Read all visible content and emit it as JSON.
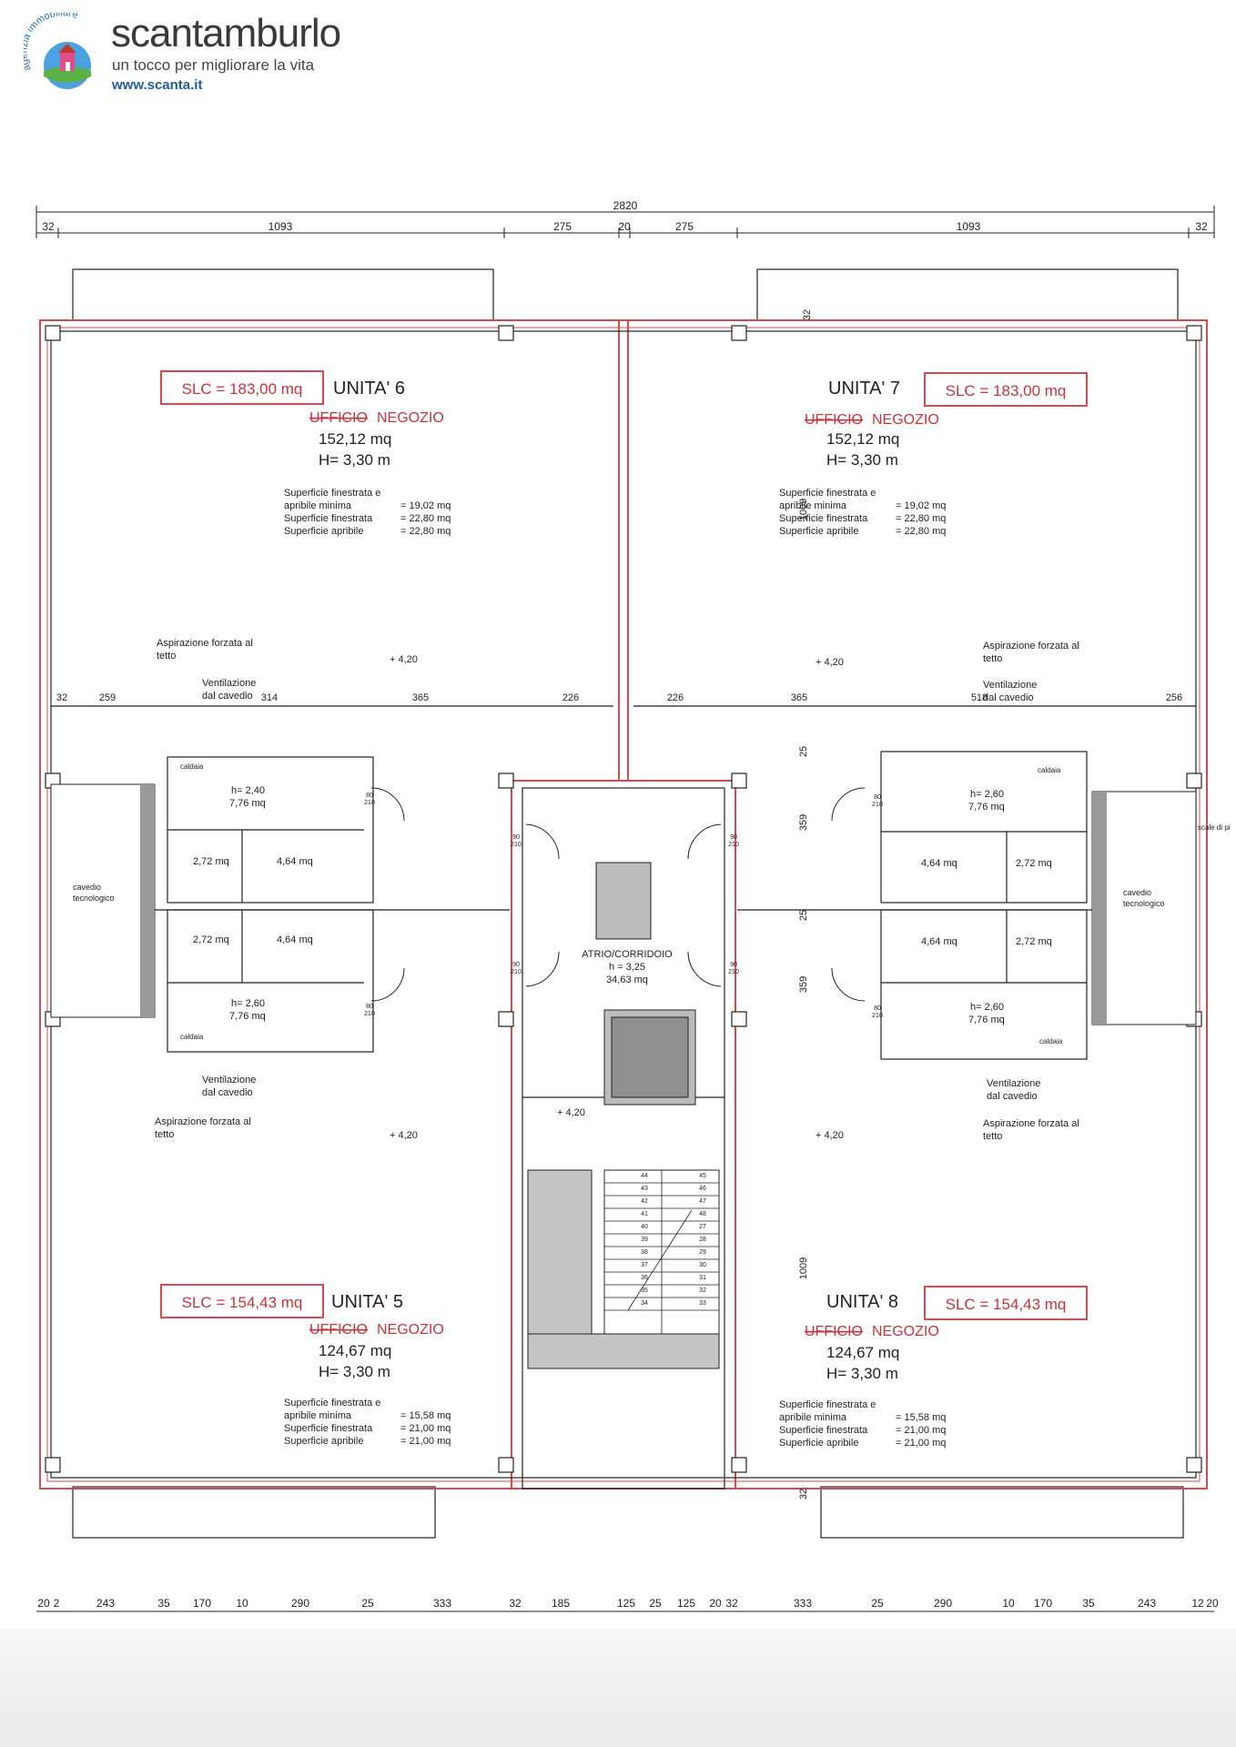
{
  "header": {
    "logo_text": "agenzia immobiliare",
    "brand_name": "scantamburlo",
    "tagline": "un tocco per migliorare la vita",
    "website": "www.scanta.it"
  },
  "plan": {
    "dim_top_total": "2820",
    "dims_top": [
      "32",
      "1093",
      "275",
      "20",
      "275",
      "1093",
      "32"
    ],
    "dims_bottom": [
      "20",
      "2",
      "243",
      "35",
      "170",
      "10",
      "290",
      "25",
      "333",
      "32",
      "185",
      "125",
      "25",
      "125",
      "20",
      "32",
      "333",
      "25",
      "290",
      "10",
      "170",
      "35",
      "243",
      "12",
      "20"
    ],
    "dims_mid_left": [
      "32",
      "259",
      "314",
      "365",
      "226"
    ],
    "dims_mid_right": [
      "226",
      "365",
      "518",
      "256"
    ],
    "dims_vertical": [
      "1009",
      "25",
      "359",
      "25",
      "359",
      "1009",
      "32",
      "32"
    ],
    "units": [
      {
        "id": "6",
        "title": "UNITA' 6",
        "slc": "SLC = 183,00 mq",
        "use_struck": "UFFICIO",
        "use": "NEGOZIO",
        "area": "152,12 mq",
        "height": "H= 3,30 m",
        "notes": [
          "Superficie finestrata e",
          "apribile minima",
          "Superficie finestrata",
          "Superficie apribile"
        ],
        "values": [
          "",
          "= 19,02 mq",
          "= 22,80 mq",
          "= 22,80 mq"
        ]
      },
      {
        "id": "7",
        "title": "UNITA' 7",
        "slc": "SLC = 183,00 mq",
        "use_struck": "UFFICIO",
        "use": "NEGOZIO",
        "area": "152,12 mq",
        "height": "H= 3,30 m",
        "notes": [
          "Superficie finestrata e",
          "apribile minima",
          "Superficie finestrata",
          "Superficie apribile"
        ],
        "values": [
          "",
          "= 19,02 mq",
          "= 22,80 mq",
          "= 22,80 mq"
        ]
      },
      {
        "id": "5",
        "title": "UNITA' 5",
        "slc": "SLC = 154,43 mq",
        "use_struck": "UFFICIO",
        "use": "NEGOZIO",
        "area": "124,67 mq",
        "height": "H= 3,30 m",
        "notes": [
          "Superficie finestrata e",
          "apribile minima",
          "Superficie finestrata",
          "Superficie apribile"
        ],
        "values": [
          "",
          "= 15,58 mq",
          "= 21,00 mq",
          "= 21,00 mq"
        ]
      },
      {
        "id": "8",
        "title": "UNITA' 8",
        "slc": "SLC = 154,43 mq",
        "use_struck": "UFFICIO",
        "use": "NEGOZIO",
        "area": "124,67 mq",
        "height": "H= 3,30 m",
        "notes": [
          "Superficie finestrata e",
          "apribile minima",
          "Superficie finestrata",
          "Superficie apribile"
        ],
        "values": [
          "",
          "= 15,58 mq",
          "= 21,00 mq",
          "= 21,00 mq"
        ]
      }
    ],
    "level": "+ 4,20",
    "aspirazione": [
      "Aspirazione forzata al",
      "tetto"
    ],
    "ventilazione": [
      "Ventilazione",
      "dal cavedio"
    ],
    "cavedio": [
      "cavedio",
      "tecnologico"
    ],
    "caldaia": "caldaia",
    "wc_small": "2,72 mq",
    "wc_large": "4,64 mq",
    "antibagno_a": [
      "h= 2,40",
      "7,76 mq"
    ],
    "antibagno_b": [
      "h= 2,60",
      "7,76 mq"
    ],
    "door_top": "80",
    "door_bottom": "210",
    "door_corr_top": "90",
    "atrio": [
      "ATRIO/CORRIDOIO",
      "h = 3,25",
      "34,63 mq"
    ],
    "stairs_left": [
      "44",
      "43",
      "42",
      "41",
      "40",
      "39",
      "38",
      "37",
      "36",
      "35",
      "34"
    ],
    "stairs_right": [
      "45",
      "46",
      "47",
      "48",
      "27",
      "28",
      "29",
      "30",
      "31",
      "32",
      "33"
    ],
    "scale_label": "scale di pi"
  }
}
